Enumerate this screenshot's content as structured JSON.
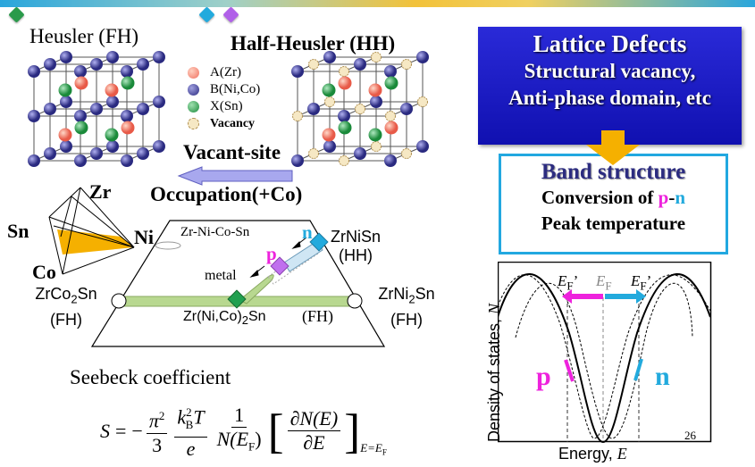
{
  "heusler": {
    "title": "Heusler (FH)"
  },
  "half_heusler": {
    "title": "Half-Heusler (HH)"
  },
  "legend": [
    {
      "label": "A(Zr)",
      "color": "#f07060"
    },
    {
      "label": "B(Ni,Co)",
      "color": "#3a3a9a"
    },
    {
      "label": "X(Sn)",
      "color": "#2a9a4a"
    },
    {
      "label": "Vacancy",
      "color": "#f3e2b8"
    }
  ],
  "arrow": {
    "line1": "Vacant-site",
    "line2": "Occupation(+Co)"
  },
  "tetrahedron": {
    "top": "Zr",
    "left": "Sn",
    "right": "Ni",
    "bottom": "Co"
  },
  "phase_diagram": {
    "system": "Zr-Ni-Co-Sn",
    "left_compound": "ZrCo",
    "left_sub": "2",
    "left_suffix": "Sn",
    "left_type": "(FH)",
    "right_compound": "ZrNi",
    "right_sub": "2",
    "right_suffix": "Sn",
    "right_type": "(FH)",
    "hh_compound": "ZrNiSn",
    "hh_type": "(HH)",
    "mid_compound": "Zr(Ni,Co)",
    "mid_sub": "2",
    "mid_suffix": "Sn",
    "mid_type": "(FH)",
    "metal": "metal",
    "p": "p",
    "n": "n"
  },
  "seebeck": {
    "title": "Seebeck coefficient",
    "S": "S",
    "eq": "=",
    "minus": "−",
    "pi": "π",
    "pi_sup": "2",
    "three": "3",
    "k": "k",
    "k_sub": "B",
    "k_sup": "2",
    "T": "T",
    "e": "e",
    "one": "1",
    "N_EF": "N(E",
    "N_EF_sub": "F",
    "close": ")",
    "dN": "∂N(E)",
    "dE": "∂E",
    "cond": "E=E",
    "cond_sub": "F"
  },
  "defects": {
    "title": "Lattice Defects",
    "line1": "Structural vacancy,",
    "line2": "Anti-phase domain, etc"
  },
  "band": {
    "title": "Band structure",
    "conv_prefix": "Conversion of ",
    "p": "p",
    "dash": "-",
    "n": "n",
    "peak": "Peak temperature"
  },
  "dos_plot": {
    "ylabel": "Density of states, ",
    "ylabel_var": "N",
    "xlabel": "Energy, ",
    "xlabel_var": "E",
    "ef_left": "E",
    "ef_mid": "E",
    "ef_right": "E",
    "ef_sub": "F",
    "prime": "’",
    "p": "p",
    "n": "n",
    "page": "26"
  },
  "colors": {
    "p": "#ee22dd",
    "n": "#22aadd",
    "green": "#2a9a4a",
    "orange": "#f5b000"
  }
}
